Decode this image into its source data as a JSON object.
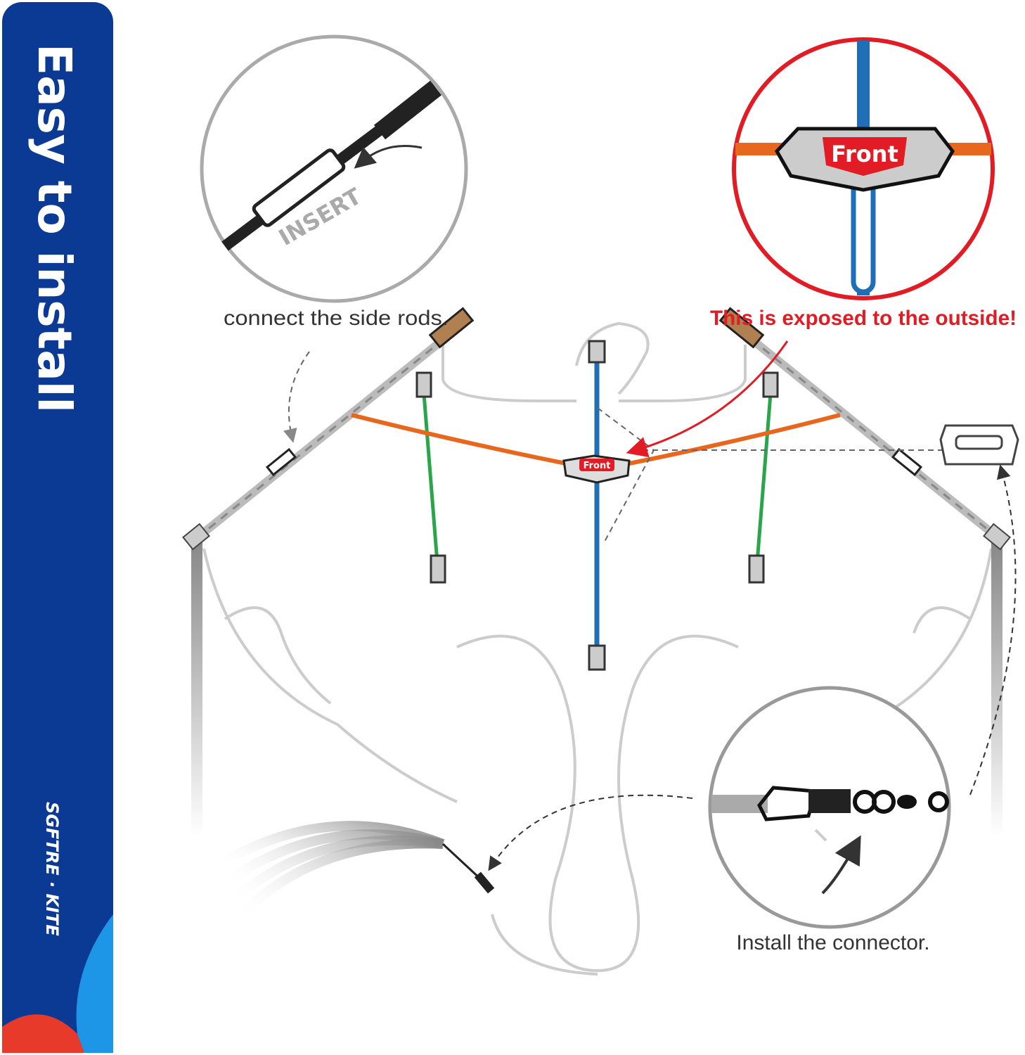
{
  "sidebar": {
    "title": "Easy to install",
    "brand": "SGFTRE · KITE",
    "colors": {
      "panel": "#0b3a94",
      "accent_light": "#1e96e8",
      "accent_red": "#e83a2a"
    }
  },
  "callouts": {
    "insert": {
      "label": "INSERT",
      "caption": "connect the side rods."
    },
    "front": {
      "badge": "Front",
      "caption": "This is exposed to the outside!"
    },
    "connector": {
      "caption": "Install the connector."
    }
  },
  "center_connector": {
    "badge": "Front"
  },
  "colors": {
    "spine": "#1e6fb8",
    "spreader": "#e8671e",
    "stand_off": "#2aa54a",
    "callout_red": "#e11c24"
  }
}
